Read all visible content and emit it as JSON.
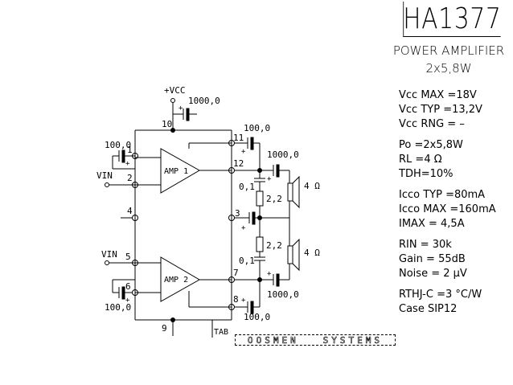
{
  "part_number": "HA1377",
  "device_type": "POWER AMPLIFIER",
  "power_rating": "2x5,8W",
  "specs": [
    {
      "label": "Vcc MAX",
      "value": "=18V"
    },
    {
      "label": "Vcc TYP",
      "value": "=13,2V"
    },
    {
      "label": "Vcc RNG",
      "value": "= –"
    },
    {
      "label": "Po",
      "value": "=2x5,8W"
    },
    {
      "label": "RL",
      "value": "=4 Ω"
    },
    {
      "label": "TDH",
      "value": "=10%"
    },
    {
      "label": "Icco TYP",
      "value": "=80mA"
    },
    {
      "label": "Icco MAX",
      "value": "=160mA"
    },
    {
      "label": "IMAX",
      "value": "= 4,5A"
    },
    {
      "label": "RIN",
      "value": "= 30k"
    },
    {
      "label": "Gain",
      "value": "= 55dB"
    },
    {
      "label": "Noise",
      "value": "= 2 µV"
    },
    {
      "label": "RTHJ-C",
      "value": "=3 °C/W"
    },
    {
      "label": "Case",
      "value": "SIP12"
    }
  ],
  "logo": {
    "left": "OOSMEN",
    "right": "SYSTEMS"
  },
  "schematic": {
    "supply_label": "+VCC",
    "amp1_label": "AMP 1",
    "amp2_label": "AMP 2",
    "vin1_label": "VIN",
    "vin2_label": "VIN",
    "tab_label": "TAB",
    "pins": [
      "1",
      "2",
      "3",
      "4",
      "5",
      "6",
      "7",
      "8",
      "9",
      "10",
      "11",
      "12"
    ],
    "caps": {
      "c_supply": "1000,0",
      "c_pin1": "100,0",
      "c_pin6": "100,0",
      "c_pin11": "100,0",
      "c_pin8": "100,0",
      "c_out1": "1000,0",
      "c_out2": "1000,0",
      "c_zobel1": "0,1",
      "c_zobel2": "0,1"
    },
    "resistors": {
      "r_zobel1": "2,2",
      "r_zobel2": "2,2"
    },
    "speakers": {
      "spk1": "4 Ω",
      "spk2": "4 Ω"
    }
  }
}
